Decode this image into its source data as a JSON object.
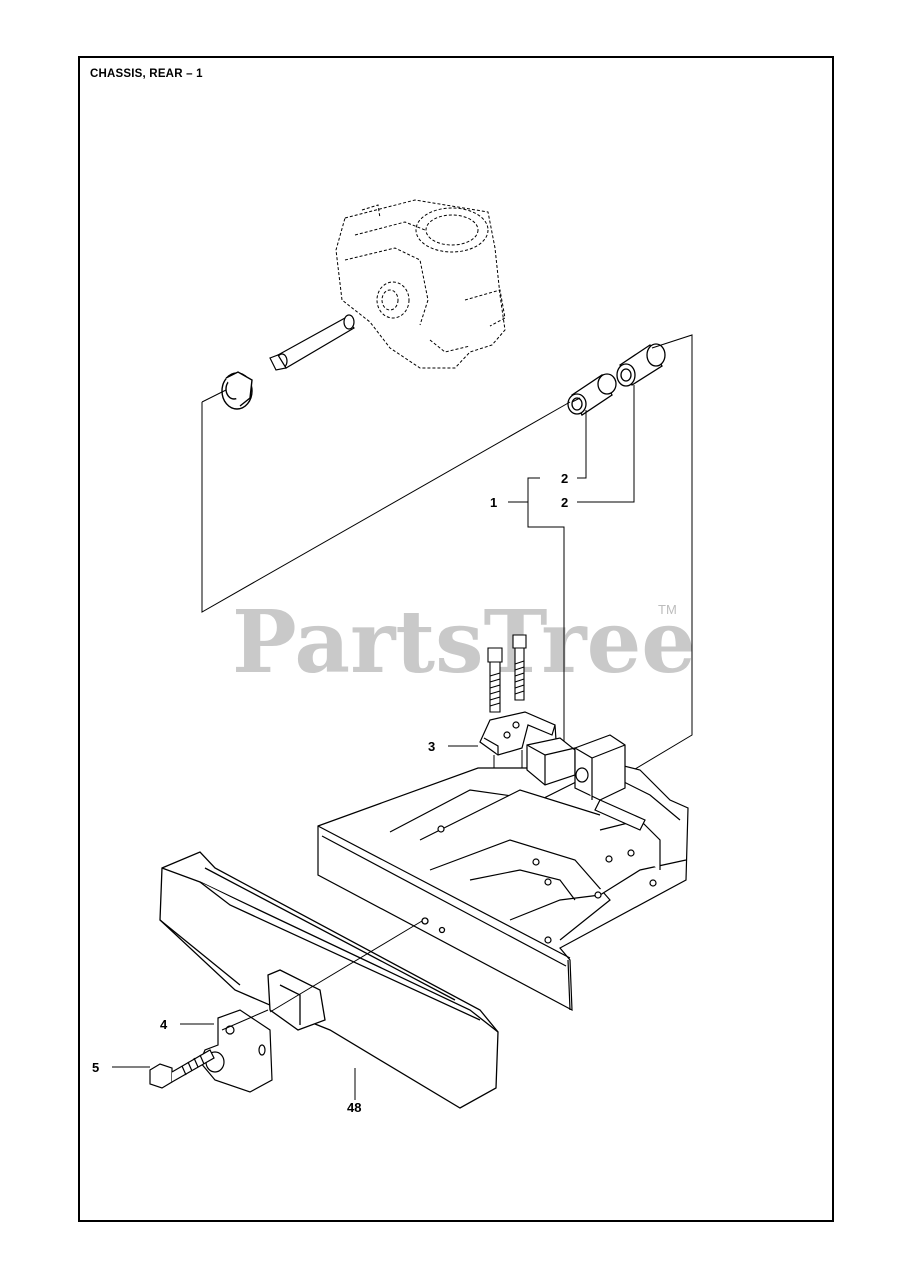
{
  "title": "CHASSIS, REAR – 1",
  "watermark": {
    "text": "PartsTree",
    "trademark": "TM"
  },
  "callouts": {
    "c1": "1",
    "c2a": "2",
    "c2b": "2",
    "c3": "3",
    "c4": "4",
    "c5": "5",
    "c48": "48"
  }
}
